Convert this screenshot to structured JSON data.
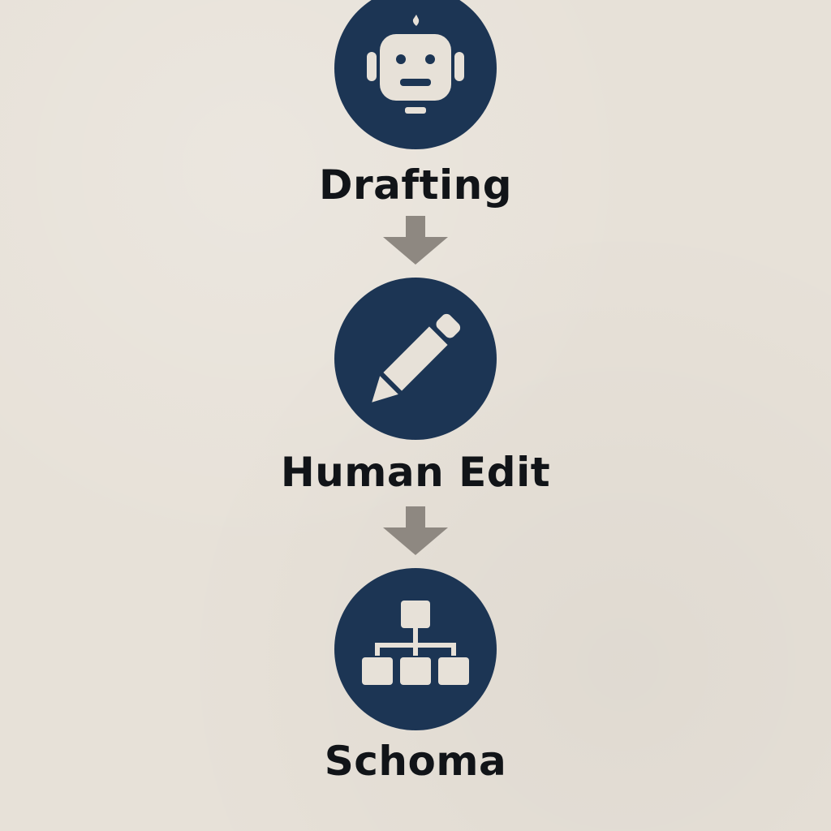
{
  "colors": {
    "background": "#e7e1d8",
    "node_fill": "#1c3554",
    "icon_fill": "#e7e1d8",
    "arrow": "#8e8881",
    "label_text": "#111418"
  },
  "steps": [
    {
      "label": "Drafting",
      "icon": "robot-icon"
    },
    {
      "label": "Human Edit",
      "icon": "pencil-icon"
    },
    {
      "label": "Schoma",
      "icon": "hierarchy-icon"
    }
  ]
}
